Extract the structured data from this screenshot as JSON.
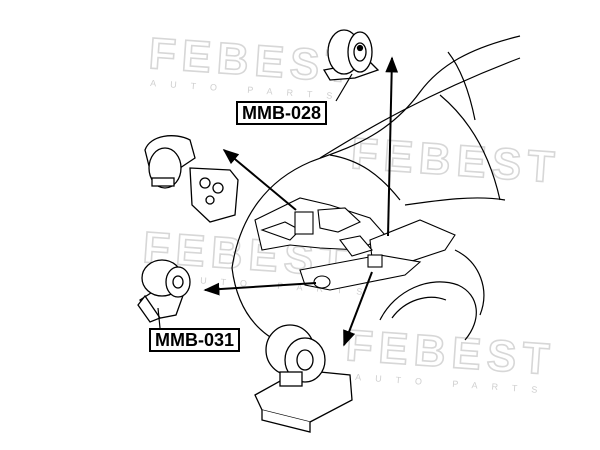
{
  "watermark": {
    "brand": "FEBEST",
    "tagline": "AUTO PARTS"
  },
  "labels": {
    "part_1": "MMB-028",
    "part_2": "MMB-031"
  },
  "colors": {
    "line": "#000000",
    "watermark": "#d7d7d7",
    "background": "#ffffff"
  }
}
